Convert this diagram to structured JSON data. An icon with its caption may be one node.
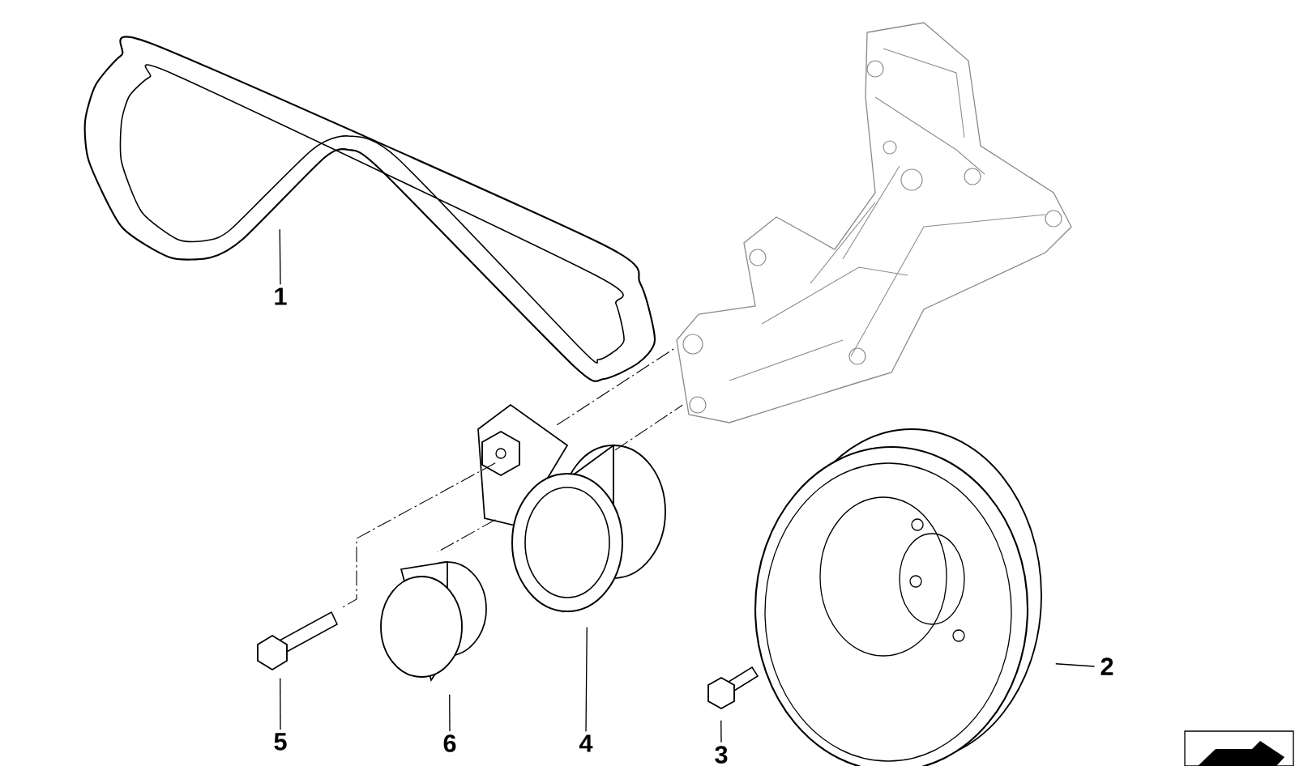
{
  "diagram": {
    "nodes": [
      {
        "text": [
          "1"
        ]
      },
      {
        "text": [
          "2"
        ]
      },
      {
        "text": [
          "3"
        ]
      },
      {
        "text": [
          "4"
        ]
      },
      {
        "text": [
          "5"
        ]
      },
      {
        "text": [
          "6"
        ]
      },
      {
        "text": [],
        "shape": "picture"
      },
      {
        "text": [],
        "shape": "picture"
      },
      {
        "text": [],
        "shape": "picture"
      },
      {
        "text": [],
        "shape": "picture"
      },
      {
        "text": [],
        "shape": "picture"
      },
      {
        "text": [],
        "shape": "picture"
      },
      {
        "text": [],
        "shape": "picture"
      }
    ],
    "edges": [
      {
        "from": 0,
        "to": 6,
        "arrow": "none"
      },
      {
        "from": 1,
        "to": 7,
        "arrow": "none"
      },
      {
        "from": 2,
        "to": 8,
        "arrow": "none"
      },
      {
        "from": 3,
        "to": 9,
        "arrow": "none"
      },
      {
        "from": 4,
        "to": 10,
        "arrow": "none"
      },
      {
        "from": 5,
        "to": 11,
        "arrow": "none"
      },
      {
        "from": 9,
        "to": 12,
        "arrow": "none",
        "style": "dashed"
      },
      {
        "from": 9,
        "to": 12,
        "arrow": "none",
        "style": "dashed"
      },
      {
        "from": 9,
        "to": 10,
        "arrow": "none",
        "style": "dashed"
      },
      {
        "from": 9,
        "to": 11,
        "arrow": "none",
        "style": "dashed"
      }
    ]
  }
}
